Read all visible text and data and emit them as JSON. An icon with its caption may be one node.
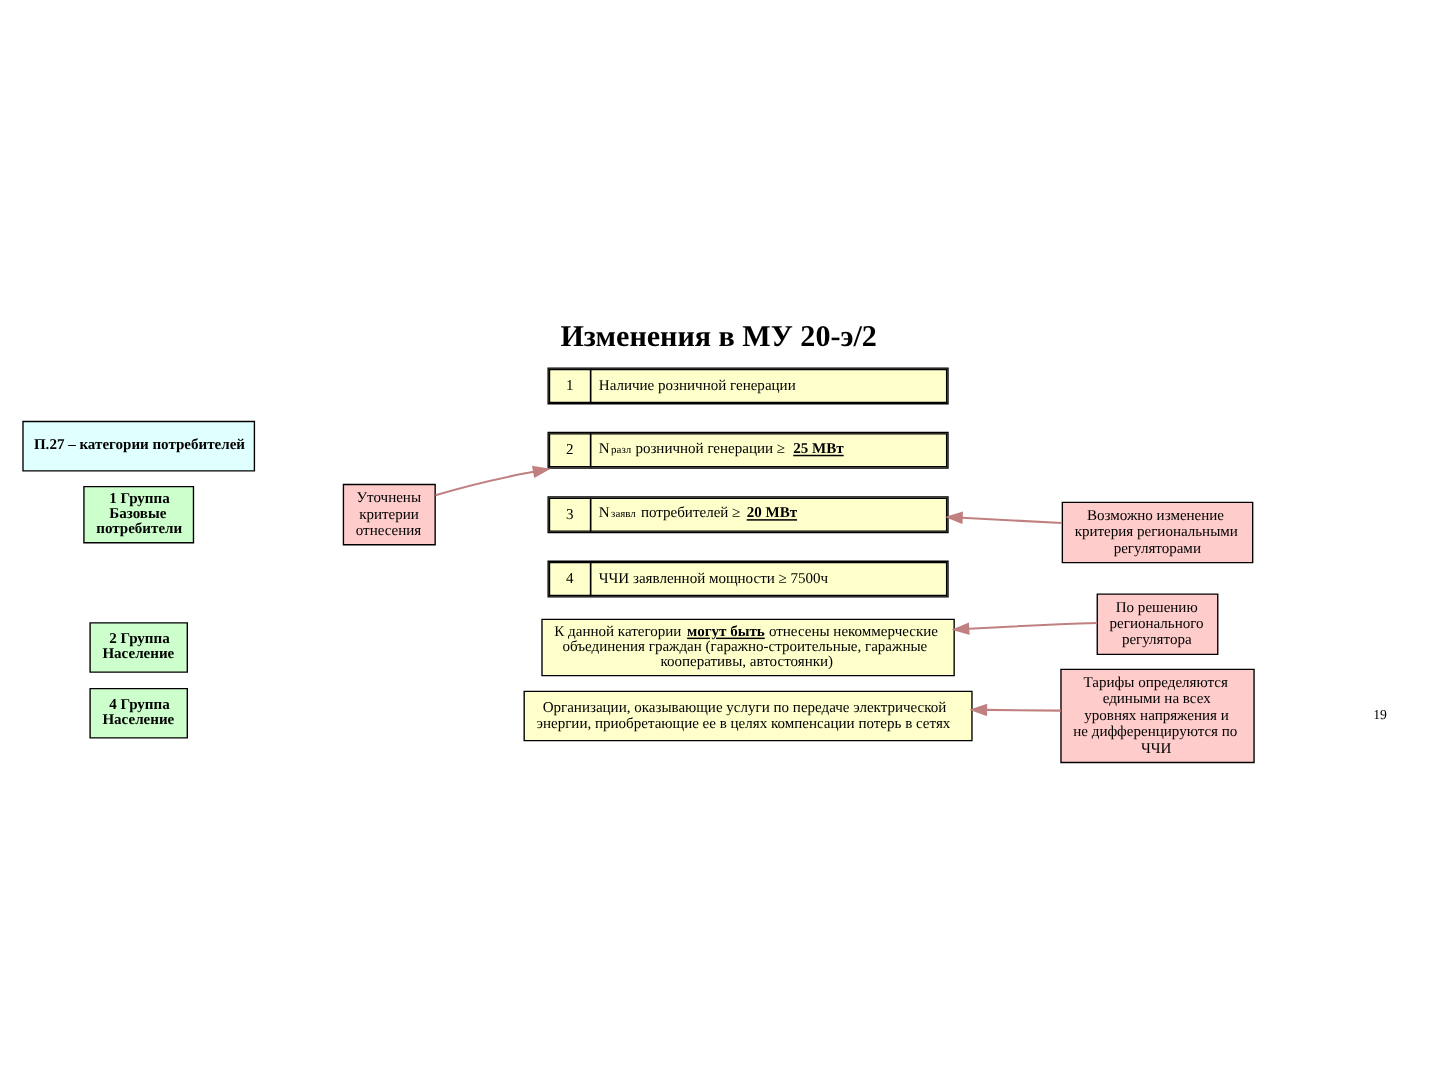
{
  "diagram": {
    "title": "Изменения в МУ 20-э/2",
    "nodes": [
      {
        "text": [
          "П.27 – категории потребителей"
        ]
      },
      {
        "text": [
          "1 Группа Базовые потребители"
        ]
      },
      {
        "text": [
          "Уточнены критерии отнесения"
        ]
      },
      {
        "text": [
          "1",
          "Наличие розничной генерации"
        ]
      },
      {
        "text": [
          "2",
          "N$_{разл}$ розничной генерации ≥ **25 МВт**"
        ]
      },
      {
        "text": [
          "3",
          "N$_{заявл}$ потребителей ≥ **20 МВт**"
        ]
      },
      {
        "text": [
          "4",
          "ЧЧИ заявленной мощности ≥ 7500ч"
        ]
      },
      {
        "text": [
          "Возможно изменение критерия региональными регуляторами"
        ]
      },
      {
        "text": [
          "2 Группа Население"
        ]
      },
      {
        "text": [
          "К данной категории **могут быть** отнесены некоммерческие объединения граждан (гаражно-строительные, гаражные кооперативы, автостоянки)"
        ]
      },
      {
        "text": [
          "По решению регионального регулятора"
        ]
      },
      {
        "text": [
          "4 Группа Население"
        ]
      },
      {
        "text": [
          "Организации, оказывающие услуги по передаче электрической энергии, приобретающие ее в целях компенсации потерь в сетях"
        ]
      },
      {
        "text": [
          "Тарифы определяются едиными на всех уровнях напряжения и не дифференцируются по ЧЧИ"
        ]
      }
    ],
    "edges": [
      {
        "from": 2,
        "to": 4,
        "arrow": "to"
      },
      {
        "from": 7,
        "to": 5,
        "arrow": "to"
      },
      {
        "from": 10,
        "to": 9,
        "arrow": "to"
      },
      {
        "from": 13,
        "to": 12,
        "arrow": "to"
      }
    ],
    "labels": [
      "19"
    ]
  }
}
